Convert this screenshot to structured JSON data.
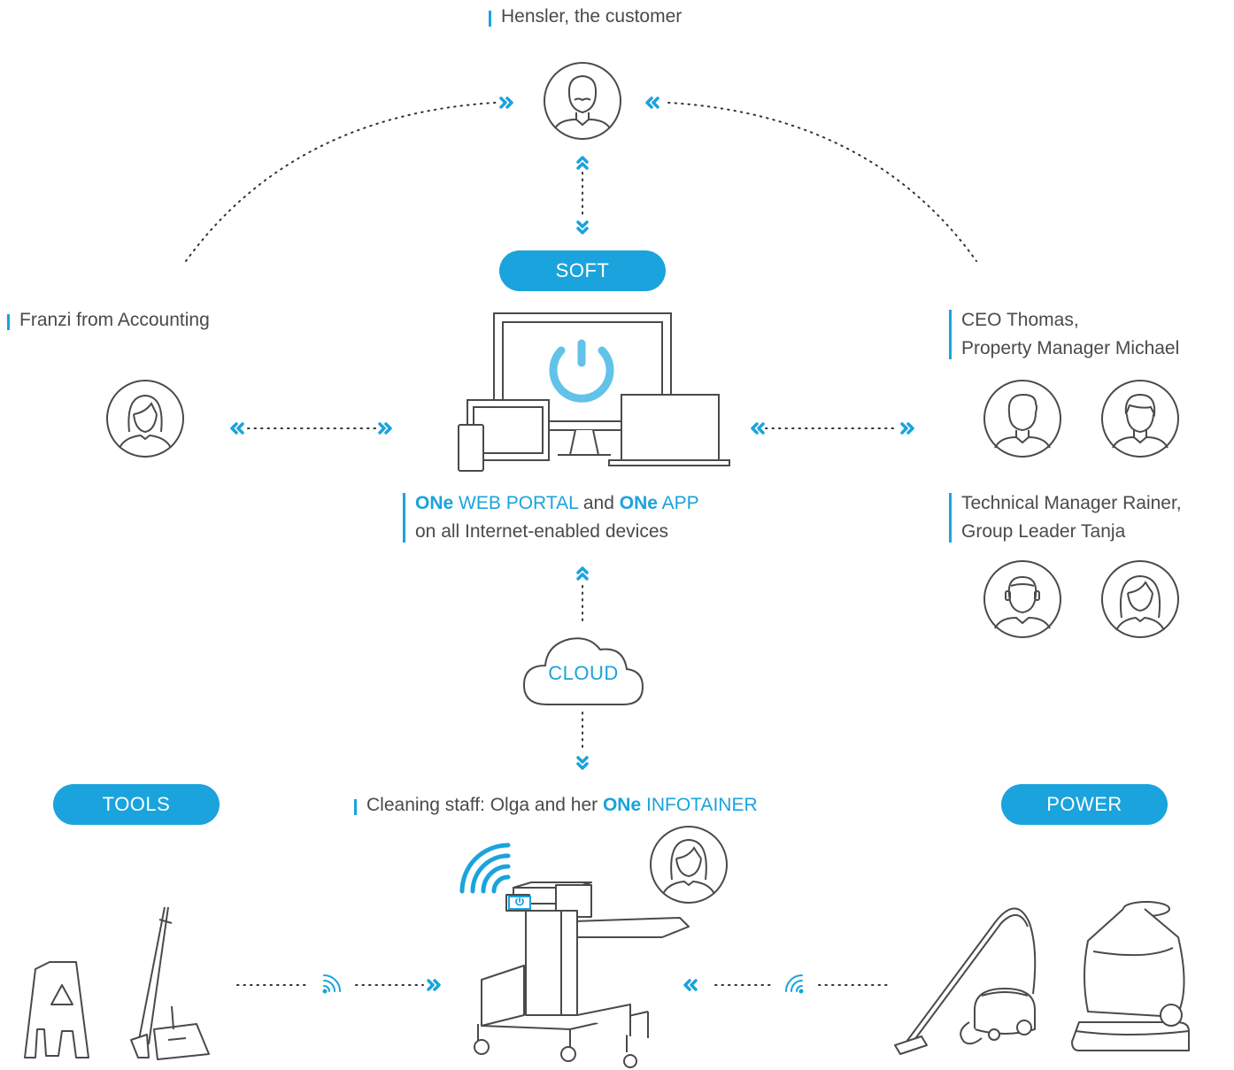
{
  "customer": {
    "label": "Hensler, the customer"
  },
  "accounting": {
    "label": "Franzi from Accounting"
  },
  "management": {
    "line1": "CEO Thomas,",
    "line2": "Property Manager Michael"
  },
  "technical": {
    "line1": "Technical Manager Rainer,",
    "line2": "Group Leader Tanja"
  },
  "soft": {
    "label": "SOFT"
  },
  "tools": {
    "label": "TOOLS"
  },
  "power": {
    "label": "POWER"
  },
  "cloud": {
    "label": "CLOUD"
  },
  "portal": {
    "brand1": "ONe",
    "part1": "WEB PORTAL",
    "and": "and",
    "brand2": "ONe",
    "part2": "APP",
    "line2": "on all Internet-enabled devices"
  },
  "staff": {
    "prefix": "Cleaning staff: Olga and her",
    "brand": "ONe",
    "suffix": "INFOTAINER"
  },
  "colors": {
    "accent": "#1aa3dc",
    "icon_stroke": "#4a4a4a",
    "dots": "#333333"
  }
}
